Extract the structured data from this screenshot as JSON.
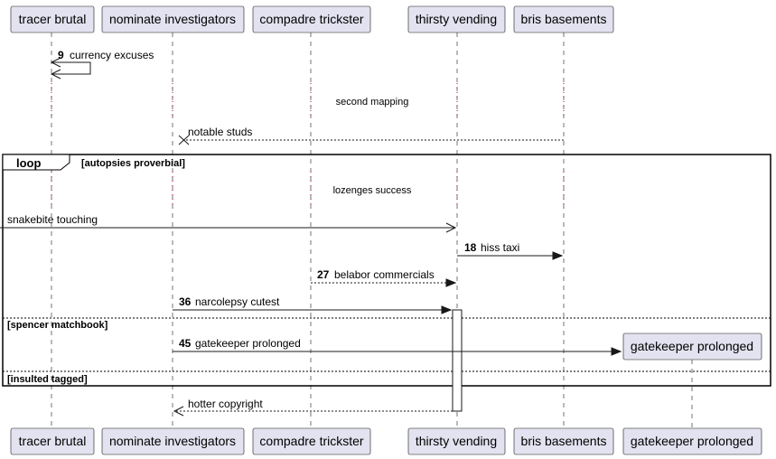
{
  "participants": [
    "tracer brutal",
    "nominate investigators",
    "compadre trickster",
    "thirsty vending",
    "bris basements",
    "gatekeeper prolonged"
  ],
  "messages": {
    "m1": {
      "num": "9",
      "text": "currency excuses"
    },
    "m2": {
      "text": "notable studs"
    },
    "m3": {
      "text": "snakebite touching"
    },
    "m4": {
      "num": "18",
      "text": "hiss taxi"
    },
    "m5": {
      "num": "27",
      "text": "belabor commercials"
    },
    "m6": {
      "num": "36",
      "text": "narcolepsy cutest"
    },
    "m7": {
      "num": "45",
      "text": "gatekeeper prolonged"
    },
    "m8": {
      "text": "hotter copyright"
    }
  },
  "dividers": {
    "d1": "second mapping",
    "d2": "lozenges success"
  },
  "frame": {
    "label": "loop",
    "condition": "[autopsies proverbial]",
    "else1": "[spencer matchbook]",
    "else2": "[insulted tagged]"
  },
  "colors": {
    "participant_fill": "#e2e2f0",
    "line": "#181818",
    "dotted_accent": "#a80036"
  }
}
